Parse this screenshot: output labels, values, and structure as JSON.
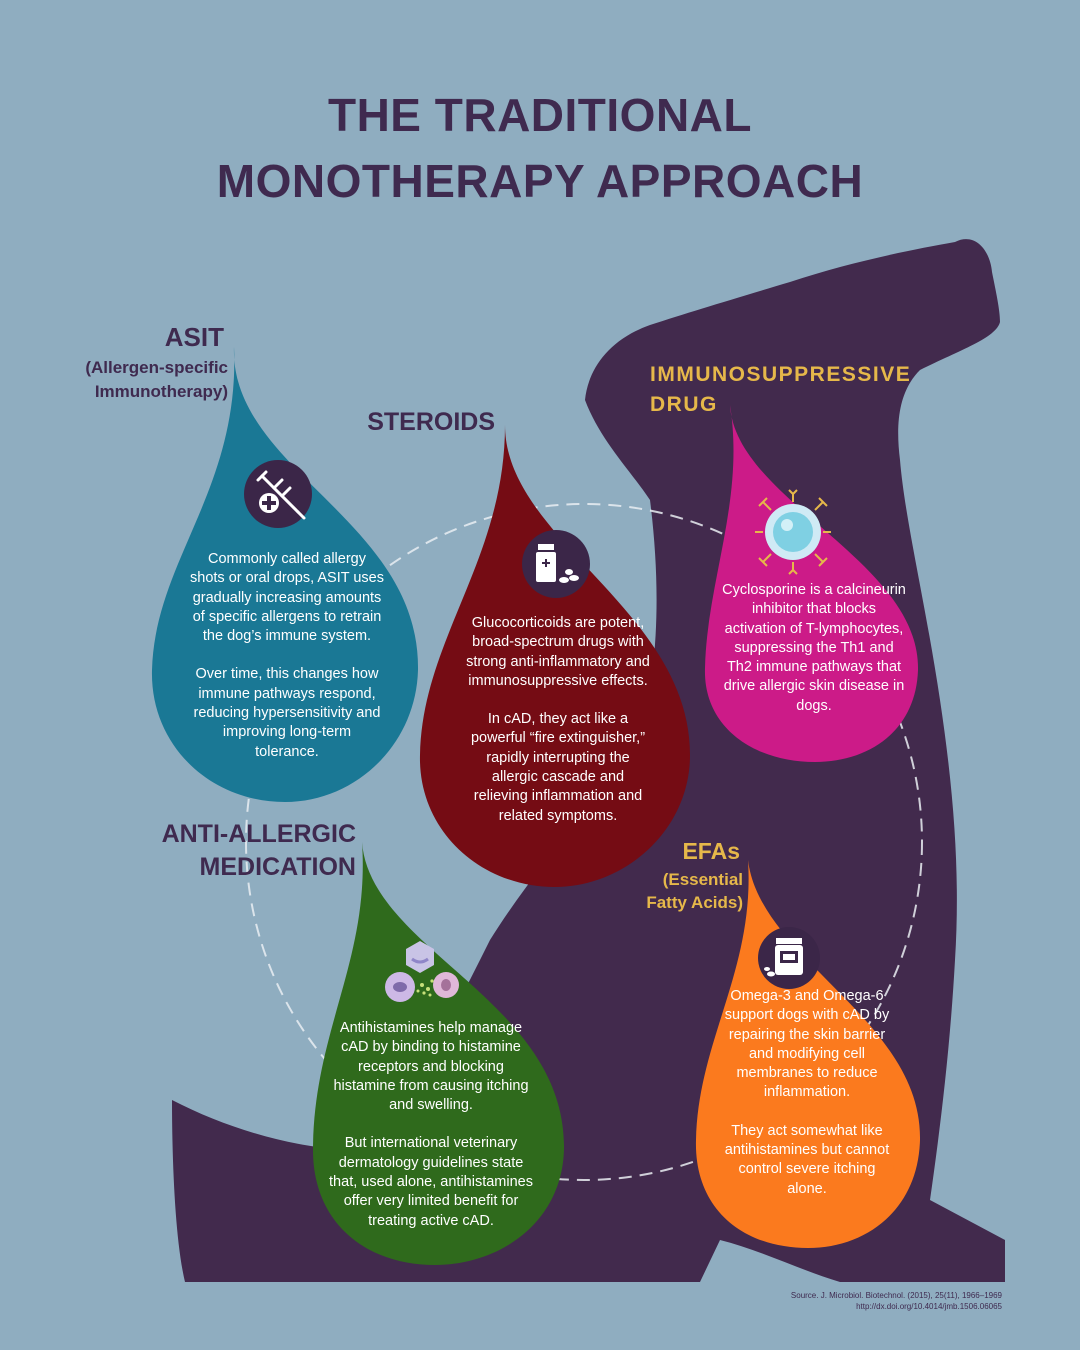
{
  "title": {
    "line1": "THE TRADITIONAL",
    "line2": "MONOTHERAPY APPROACH"
  },
  "sections": {
    "asit": {
      "heading": "ASIT",
      "subheading_line1": "(Allergen-specific",
      "subheading_line2": "Immunotherapy)",
      "color": "#1a7895",
      "icon": "syringe-icon",
      "paragraph1": "Commonly called allergy shots or oral drops, ASIT uses gradually increasing amounts of specific allergens to retrain the dog’s immune system.",
      "paragraph2": "Over time, this changes how immune pathways respond, reducing hypersensitivity and improving long-term tolerance."
    },
    "steroids": {
      "heading": "STEROIDS",
      "color": "#750c14",
      "icon": "medicine-bottle-icon",
      "paragraph1": "Glucocorticoids are potent, broad-spectrum drugs with strong anti-inflammatory and immunosuppressive effects.",
      "paragraph2": "In cAD, they act like a powerful “fire extinguisher,” rapidly interrupting the allergic cascade and relieving inflammation and related symptoms."
    },
    "immunosuppressive": {
      "heading_line1": "IMMUNOSUPPRESSIVE",
      "heading_line2": "DRUG",
      "color": "#cc1b88",
      "heading_color": "#e6b84a",
      "icon": "immune-cell-icon",
      "paragraph1": "Cyclosporine is a calcineurin inhibitor that blocks activation of T-lymphocytes, suppressing the Th1 and Th2 immune pathways that drive allergic skin disease in dogs."
    },
    "antiallergic": {
      "heading_line1": "ANTI-ALLERGIC",
      "heading_line2": "MEDICATION",
      "color": "#2f6a1c",
      "icon": "histamine-cells-icon",
      "paragraph1": "Antihistamines help manage cAD by binding to histamine receptors and blocking histamine from causing itching and swelling.",
      "paragraph2": "But international veterinary dermatology guidelines state that, used alone, antihistamines offer very limited benefit for treating active cAD."
    },
    "efas": {
      "heading": "EFAs",
      "subheading_line1": "(Essential",
      "subheading_line2": "Fatty Acids)",
      "color": "#fb7a1e",
      "heading_color": "#e6b84a",
      "icon": "supplement-jar-icon",
      "paragraph1": "Omega-3 and Omega-6 support dogs with cAD by repairing the skin barrier and modifying cell membranes to reduce inflammation.",
      "paragraph2": "They act somewhat like antihistamines but cannot control severe itching alone."
    }
  },
  "source": {
    "line1": "Source. J. Microbiol. Biotechnol. (2015), 25(11), 1966–1969",
    "line2": "http://dx.doi.org/10.4014/jmb.1506.06065"
  },
  "colors": {
    "background": "#8fadc0",
    "dog_silhouette": "#422a4d",
    "title": "#3f2a4f"
  }
}
